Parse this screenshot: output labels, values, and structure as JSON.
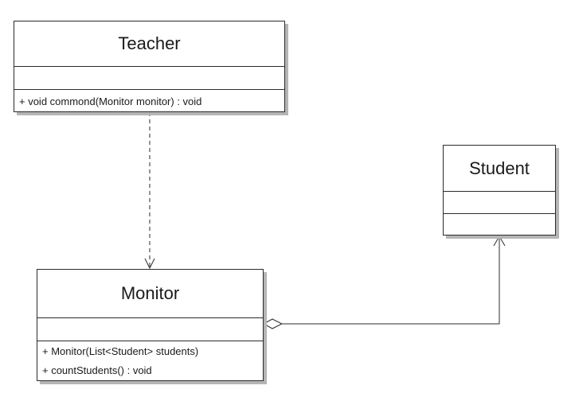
{
  "classes": {
    "teacher": {
      "name": "Teacher",
      "operations": [
        "+ void commond(Monitor monitor) : void"
      ]
    },
    "student": {
      "name": "Student",
      "operations": []
    },
    "monitor": {
      "name": "Monitor",
      "operations": [
        "+ Monitor(List<Student> students)",
        "+ countStudents() : void"
      ]
    }
  },
  "relationships": [
    {
      "type": "dependency",
      "from": "Teacher",
      "to": "Monitor"
    },
    {
      "type": "aggregation",
      "from": "Monitor",
      "to": "Student"
    }
  ]
}
